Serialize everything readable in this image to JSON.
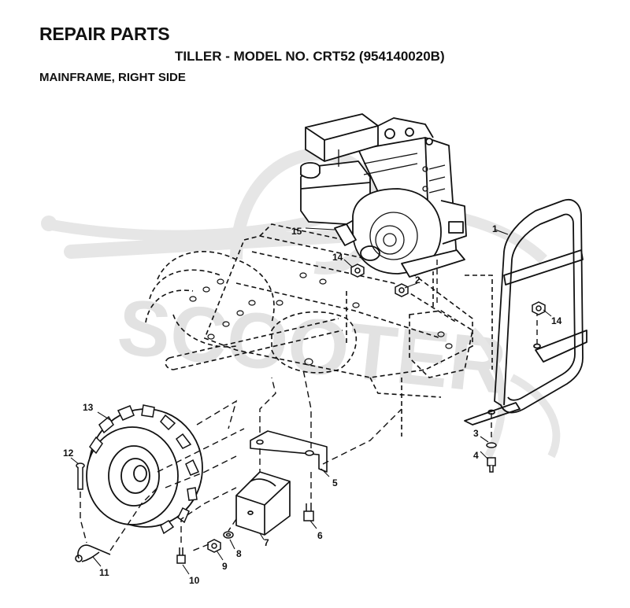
{
  "header": {
    "title": "REPAIR PARTS",
    "model": "TILLER - MODEL NO. CRT52 (954140020B)",
    "section": "MAINFRAME, RIGHT SIDE"
  },
  "watermark": {
    "text": "SCOOTER"
  },
  "colors": {
    "line": "#111111",
    "watermark": "#e2e2e2",
    "background": "#ffffff"
  },
  "callouts": [
    {
      "id": "c1",
      "label": "1"
    },
    {
      "id": "c2",
      "label": "2"
    },
    {
      "id": "c3",
      "label": "3"
    },
    {
      "id": "c4",
      "label": "4"
    },
    {
      "id": "c5",
      "label": "5"
    },
    {
      "id": "c6",
      "label": "6"
    },
    {
      "id": "c7",
      "label": "7"
    },
    {
      "id": "c8",
      "label": "8"
    },
    {
      "id": "c9",
      "label": "9"
    },
    {
      "id": "c10",
      "label": "10"
    },
    {
      "id": "c11",
      "label": "11"
    },
    {
      "id": "c12",
      "label": "12"
    },
    {
      "id": "c13",
      "label": "13"
    },
    {
      "id": "c14a",
      "label": "14"
    },
    {
      "id": "c14b",
      "label": "14"
    },
    {
      "id": "c15",
      "label": "15"
    }
  ]
}
